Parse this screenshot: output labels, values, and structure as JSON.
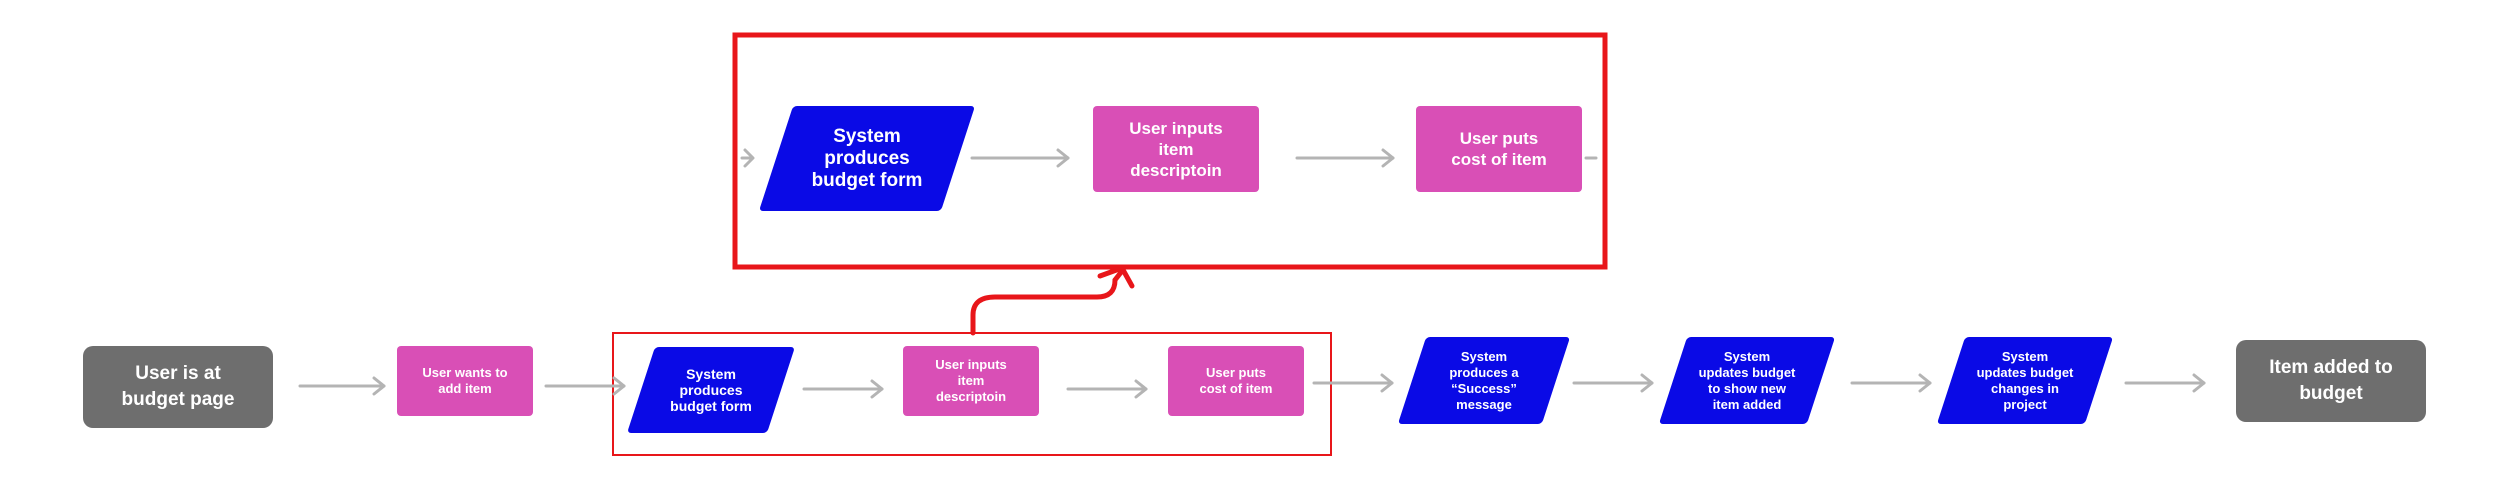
{
  "colors": {
    "terminal": "#6e6e6e",
    "user_action": "#d94fb6",
    "system_action": "#0a0ae6",
    "arrow": "#b4b4b4",
    "highlight": "#e8161a"
  },
  "zoom_nodes": {
    "system_form": "System\nproduces\nbudget form",
    "inputs_desc": "User inputs\nitem\ndescriptoin",
    "puts_cost": "User puts\ncost of item"
  },
  "flow_nodes": {
    "start": "User is at\nbudget page",
    "wants_add": "User wants to\nadd item",
    "system_form": "System\nproduces\nbudget form",
    "inputs_desc": "User inputs\nitem\ndescriptoin",
    "puts_cost": "User puts\ncost of item",
    "success": "System\nproduces a\n“Success”\nmessage",
    "update_show": "System\nupdates budget\nto show new\nitem added",
    "update_project": "System\nupdates budget\nchanges in\nproject",
    "end": "Item added to\nbudget"
  }
}
